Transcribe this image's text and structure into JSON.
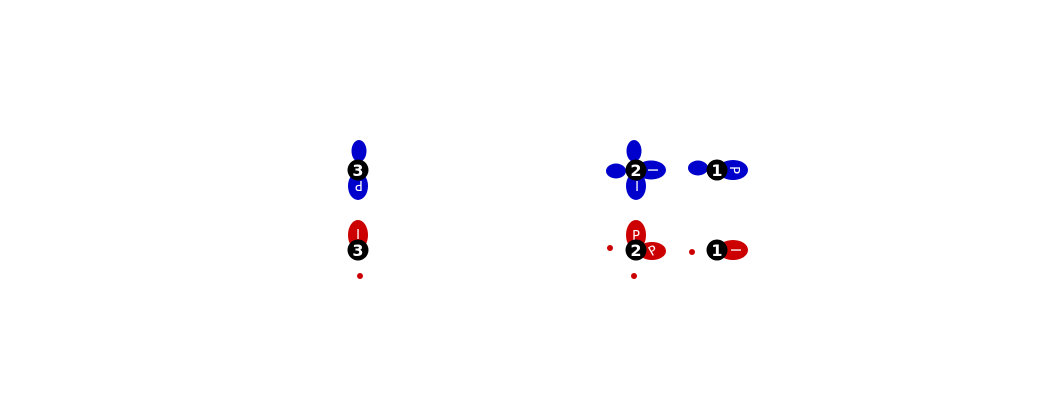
{
  "colors": {
    "left_hand": "#0000cc",
    "right_hand": "#cc0000",
    "finger_badge": "#000000",
    "finger_number": "#ffffff",
    "lobe_letter": "#ffffff"
  },
  "diagrams": [
    {
      "finger": "3",
      "left_hand": {
        "lobes": [
          {
            "letter": ""
          },
          {
            "letter": "P"
          }
        ]
      },
      "right_hand": {
        "lobes": [
          {
            "letter": "I"
          }
        ],
        "dots": 1
      }
    },
    {
      "finger": "2",
      "left_hand": {
        "lobes": [
          {
            "letter": ""
          },
          {
            "letter": "I"
          },
          {
            "letter": ""
          },
          {
            "letter": "I"
          }
        ]
      },
      "right_hand": {
        "lobes": [
          {
            "letter": "P"
          },
          {
            "letter": "P"
          }
        ],
        "dots": 2
      }
    },
    {
      "finger": "1",
      "left_hand": {
        "lobes": [
          {
            "letter": ""
          },
          {
            "letter": "P"
          }
        ]
      },
      "right_hand": {
        "lobes": [
          {
            "letter": "I"
          }
        ],
        "dots": 1
      }
    }
  ]
}
